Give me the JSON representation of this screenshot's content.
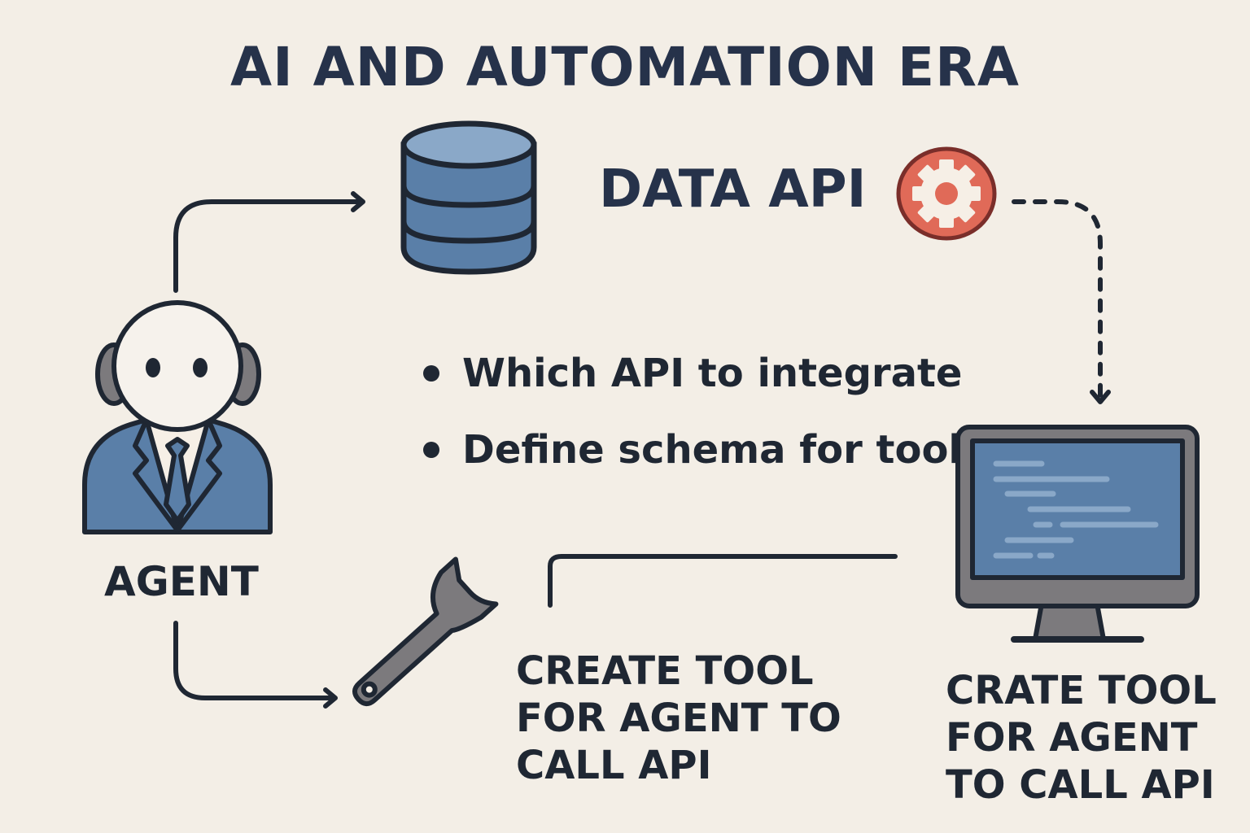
{
  "title": "AI AND AUTOMATION ERA",
  "data_api": {
    "label": "DATA API",
    "icon": "gear-icon"
  },
  "bullets": [
    "Which API to integrate",
    "Define schema for tool"
  ],
  "agent": {
    "label": "AGENT",
    "icon": "agent-businessman-icon"
  },
  "tool_step": {
    "icon": "wrench-icon",
    "lines": [
      "CREATE TOOL",
      "FOR AGENT TO",
      "CALL API"
    ]
  },
  "computer_step": {
    "icon": "monitor-code-icon",
    "lines": [
      "CRATE TOOL",
      "FOR AGENT",
      "TO CALL API"
    ]
  },
  "database": {
    "icon": "database-icon"
  },
  "colors": {
    "background": "#f3eee6",
    "ink": "#1f2733",
    "title": "#26324a",
    "blue": "#5a7fa8",
    "blue_light": "#8aa8c8",
    "gear_red": "#e06a58",
    "gear_ring": "#7a2e2a",
    "gray": "#7c7a7d"
  }
}
